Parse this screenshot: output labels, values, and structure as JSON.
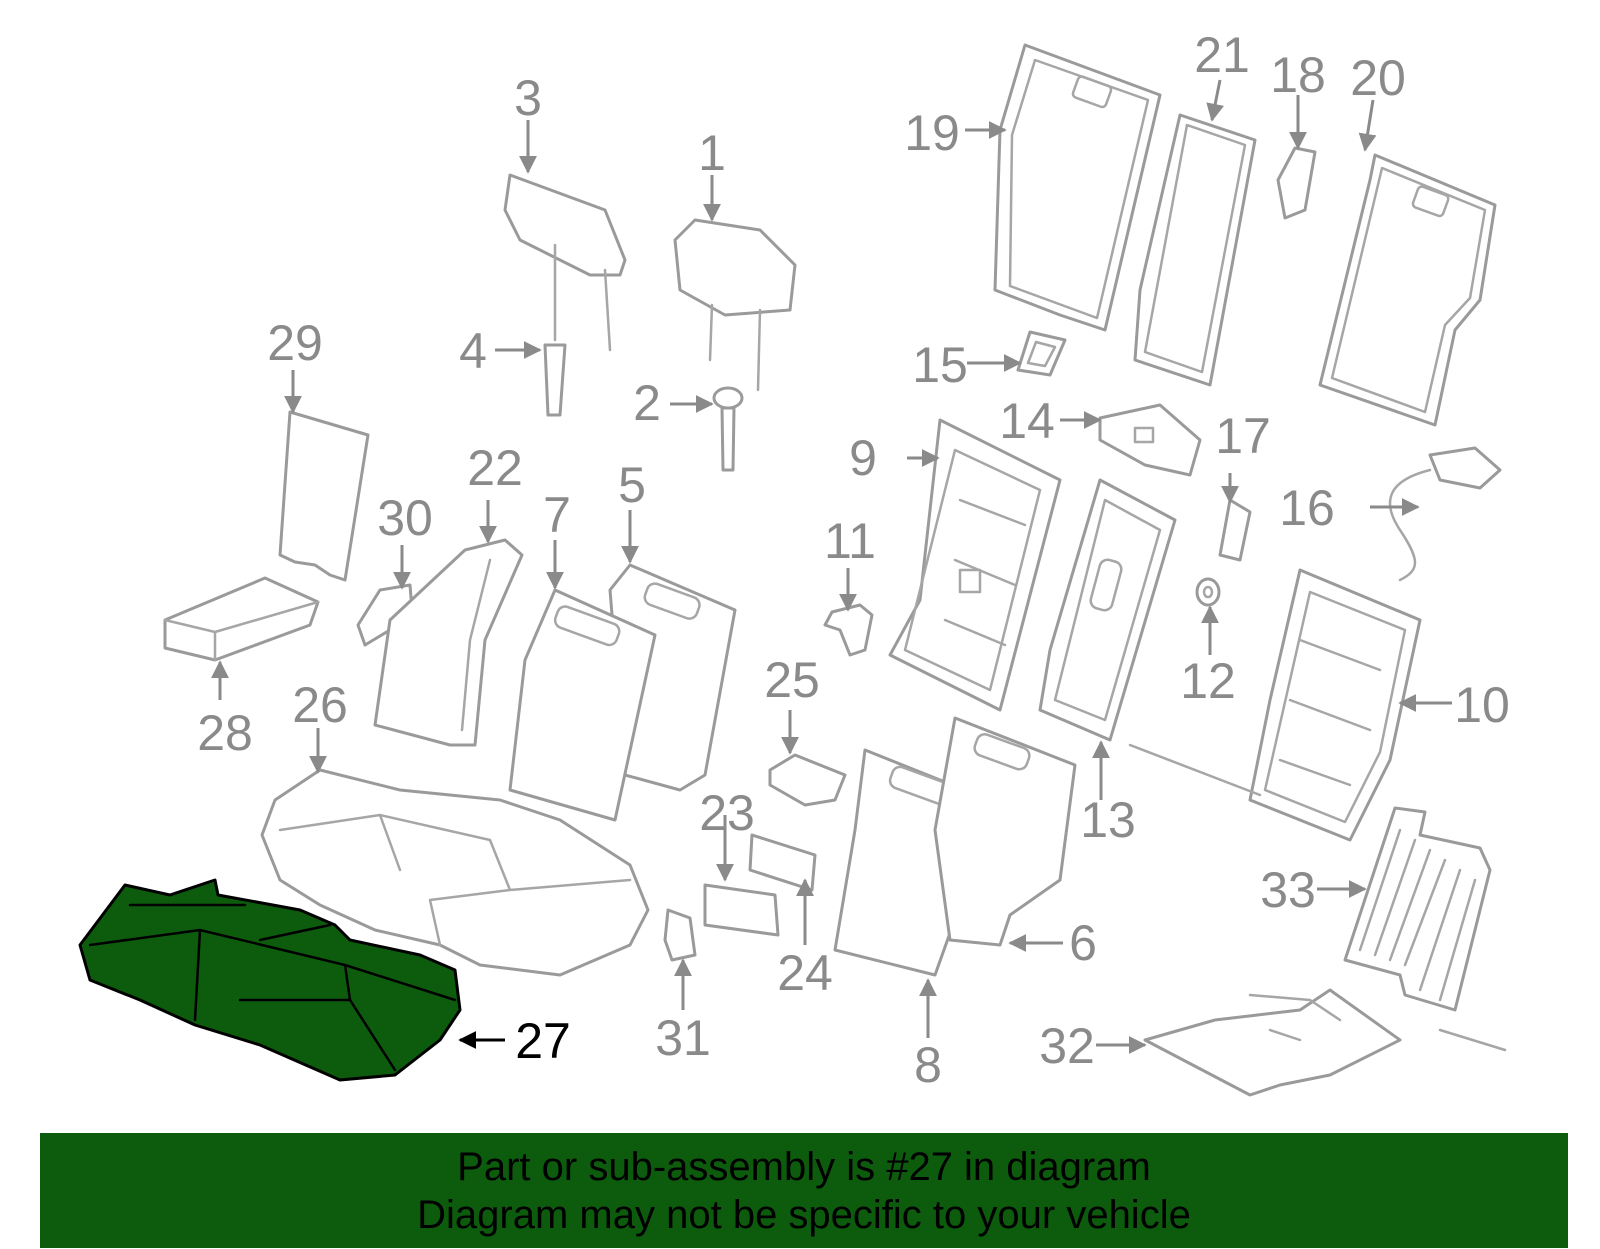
{
  "diagram": {
    "highlight_color": "#0d5c0d",
    "part_numbers": [
      "1",
      "2",
      "3",
      "4",
      "5",
      "6",
      "7",
      "8",
      "9",
      "10",
      "11",
      "12",
      "13",
      "14",
      "15",
      "16",
      "17",
      "18",
      "19",
      "20",
      "21",
      "22",
      "23",
      "24",
      "25",
      "26",
      "27",
      "28",
      "29",
      "30",
      "31",
      "32",
      "33"
    ],
    "highlighted_part": "27"
  },
  "banner": {
    "line1": "Part or sub-assembly is #27 in diagram",
    "line2": "Diagram may not be specific to your vehicle",
    "background": "#0d5c0d"
  }
}
